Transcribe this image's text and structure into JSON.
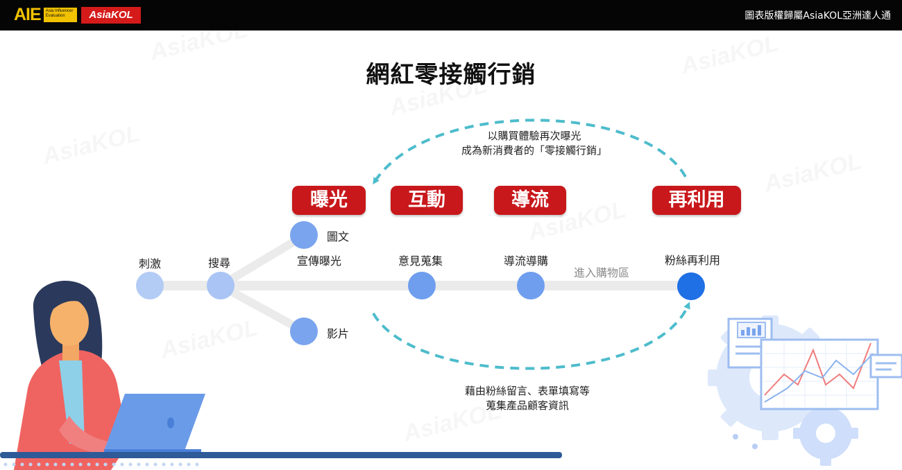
{
  "header": {
    "logo_aie": "AIE",
    "logo_aie_sub": "Asia Influencer Evaluation",
    "logo_kol": "AsiaKOL",
    "copyright": "圖表版權歸屬AsiaKOL亞洲達人通"
  },
  "title": "網紅零接觸行銷",
  "stages": [
    "曝光",
    "互動",
    "導流",
    "再利用"
  ],
  "nodes": {
    "stimulus": "刺激",
    "search": "搜尋",
    "text_image": "圖文",
    "promo_exposure": "宣傳曝光",
    "video": "影片",
    "opinion_collect": "意見蒐集",
    "traffic_purchase": "導流導購",
    "enter_shop": "進入購物區",
    "fan_reuse": "粉絲再利用"
  },
  "notes": {
    "top_line1": "以購買體驗再次曝光",
    "top_line2": "成為新消費者的「零接觸行銷」",
    "bottom_line1": "藉由粉絲留言、表單填寫等",
    "bottom_line2": "蒐集產品顧客資訊"
  },
  "colors": {
    "stage_red": "#c8181b",
    "node_blue": "#7aa4ee",
    "node_light": "#b3ccf5",
    "node_dark": "#1f6fe5",
    "arrow_teal": "#4dbccc",
    "track_gray": "#ebebeb"
  }
}
